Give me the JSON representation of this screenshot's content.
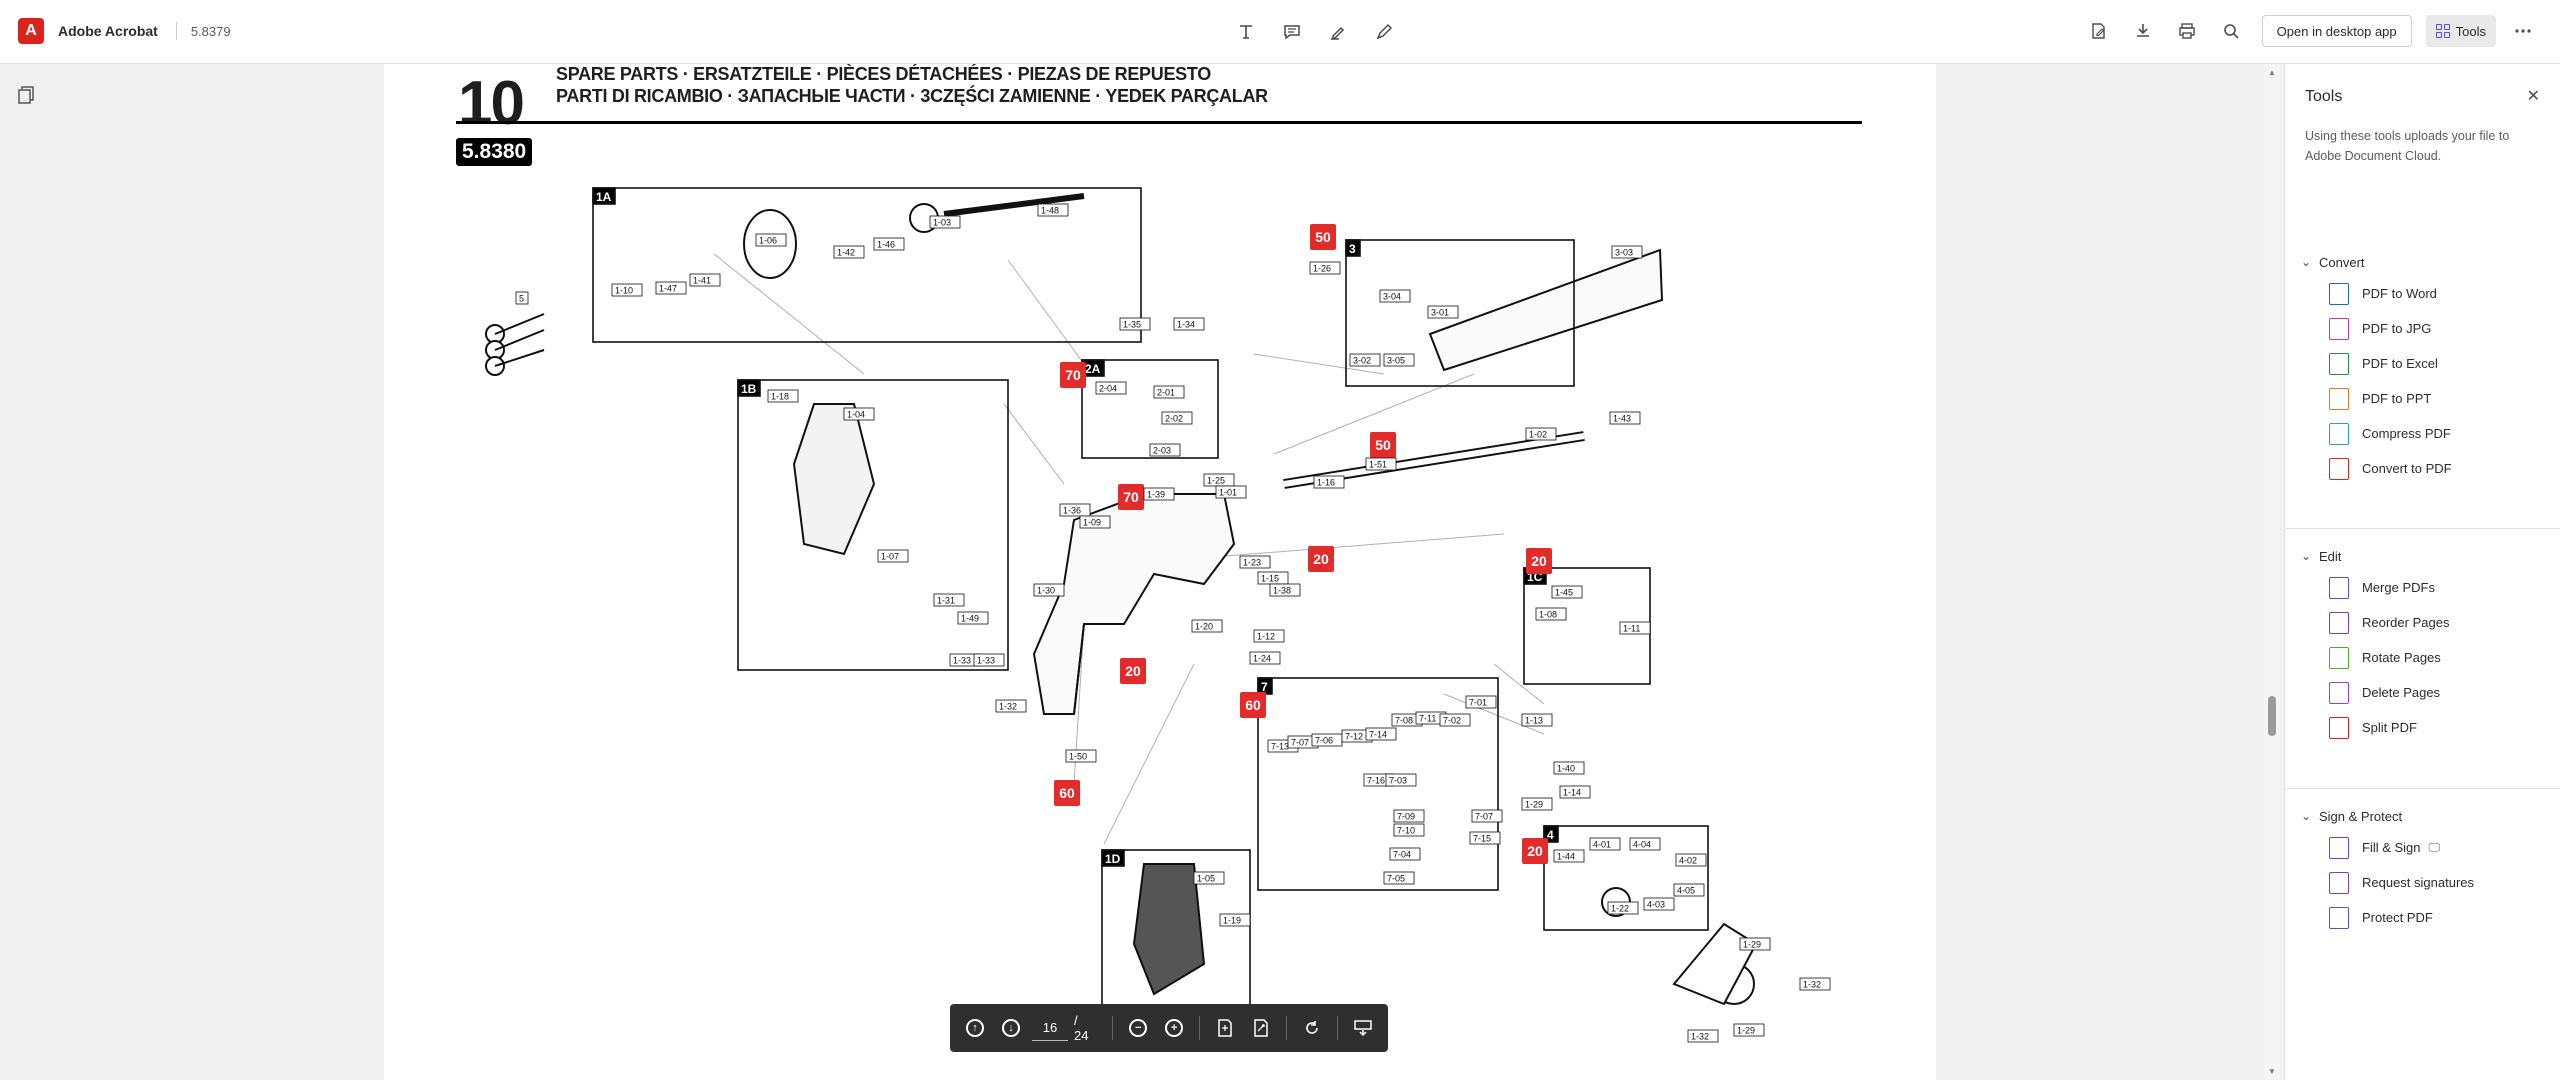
{
  "app": {
    "name": "Adobe Acrobat",
    "doc_name": "5.8379"
  },
  "toolbar": {
    "center_icons": [
      "text-tool-icon",
      "comment-icon",
      "highlight-icon",
      "draw-icon"
    ],
    "open_desktop_label": "Open in desktop app",
    "tools_label": "Tools"
  },
  "document": {
    "page_number_heading": "10",
    "heading_line1": "SPARE PARTS  ·  ERSATZTEILE  ·  PIÈCES DÉTACHÉES  ·  PIEZAS DE REPUESTO",
    "heading_line2": "PARTI DI RICAMBIO  ·  ЗАПАСНЫЕ ЧАСТИ  ·  3CZĘŚCI ZAMIENNE  ·  YEDEK PARÇALAR",
    "model": "5.8380",
    "boxes": [
      "1A",
      "1B",
      "1C",
      "1D",
      "2A",
      "3",
      "4",
      "7"
    ],
    "red_tags": [
      "50",
      "50",
      "70",
      "70",
      "20",
      "20",
      "20",
      "60",
      "60",
      "20"
    ],
    "part_labels": [
      "1-10",
      "1-47",
      "1-41",
      "1-06",
      "1-42",
      "1-46",
      "1-03",
      "1-48",
      "5",
      "1-18",
      "1-04",
      "1-07",
      "1-31",
      "1-49",
      "1-33",
      "1-33",
      "2-04",
      "2-01",
      "2-02",
      "2-03",
      "1-35",
      "1-34",
      "1-26",
      "3-04",
      "3-01",
      "3-03",
      "3-02",
      "3-05",
      "1-43",
      "1-02",
      "1-51",
      "1-16",
      "1-25",
      "1-01",
      "1-39",
      "1-36",
      "1-09",
      "1-23",
      "1-15",
      "1-38",
      "1-30",
      "1-20",
      "1-12",
      "1-24",
      "1-32",
      "1-50",
      "1-45",
      "1-08",
      "1-11",
      "7-01",
      "7-08",
      "7-11",
      "7-02",
      "7-13",
      "7-07",
      "7-06",
      "7-12",
      "7-14",
      "7-16",
      "7-03",
      "7-09",
      "7-10",
      "7-04",
      "7-05",
      "7-07",
      "7-15",
      "1-13",
      "1-40",
      "1-29",
      "1-14",
      "1-44",
      "4-01",
      "4-04",
      "4-02",
      "4-03",
      "4-05",
      "1-05",
      "1-19",
      "1-22",
      "1-29",
      "1-29",
      "1-32",
      "1-32"
    ]
  },
  "pager": {
    "current_page": "16",
    "total_pages": "/ 24"
  },
  "tools_panel": {
    "title": "Tools",
    "description": "Using these tools uploads your file to Adobe Document Cloud.",
    "sections": [
      {
        "title": "Convert",
        "items": [
          {
            "label": "PDF to Word",
            "icon": "pdf-to-word-icon",
            "color": "#2b5fbf"
          },
          {
            "label": "PDF to JPG",
            "icon": "pdf-to-jpg-icon",
            "color": "#c93a8a"
          },
          {
            "label": "PDF to Excel",
            "icon": "pdf-to-excel-icon",
            "color": "#2e8b3e"
          },
          {
            "label": "PDF to PPT",
            "icon": "pdf-to-ppt-icon",
            "color": "#e0772a"
          },
          {
            "label": "Compress PDF",
            "icon": "compress-pdf-icon",
            "color": "#2aa5a0"
          },
          {
            "label": "Convert to PDF",
            "icon": "convert-to-pdf-icon",
            "color": "#d7251e"
          }
        ]
      },
      {
        "title": "Edit",
        "items": [
          {
            "label": "Merge PDFs",
            "icon": "merge-pdfs-icon",
            "color": "#5a4fcf"
          },
          {
            "label": "Reorder Pages",
            "icon": "reorder-pages-icon",
            "color": "#7a3fbf"
          },
          {
            "label": "Rotate Pages",
            "icon": "rotate-pages-icon",
            "color": "#4ab02a"
          },
          {
            "label": "Delete Pages",
            "icon": "delete-pages-icon",
            "color": "#a03fbf"
          },
          {
            "label": "Split PDF",
            "icon": "split-pdf-icon",
            "color": "#d7251e"
          }
        ]
      },
      {
        "title": "Sign & Protect",
        "items": [
          {
            "label": "Fill & Sign",
            "icon": "fill-sign-icon",
            "color": "#7a3fbf"
          },
          {
            "label": "Request signatures",
            "icon": "request-signatures-icon",
            "color": "#7a3fbf"
          },
          {
            "label": "Protect PDF",
            "icon": "protect-pdf-icon",
            "color": "#5a4fcf"
          }
        ]
      }
    ]
  }
}
